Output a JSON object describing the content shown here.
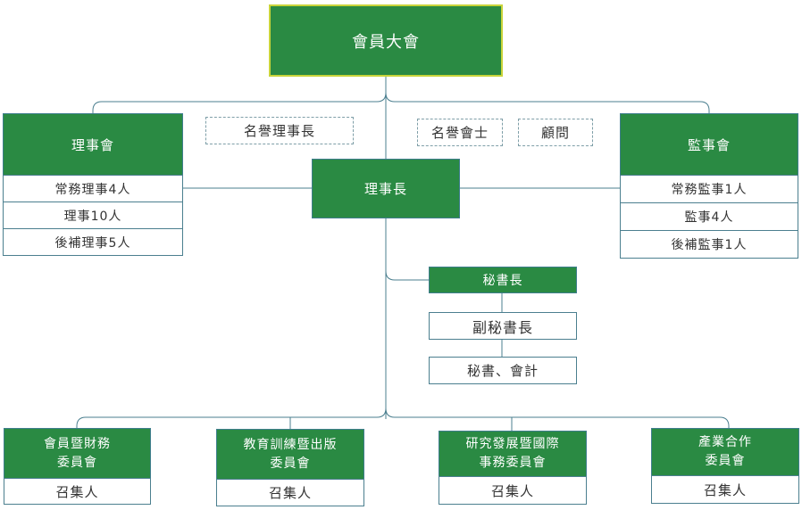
{
  "general_assembly": "會員大會",
  "board": {
    "title": "理事會",
    "items": [
      "常務理事4人",
      "理事10人",
      "後補理事5人"
    ]
  },
  "honorary_chairman": "名譽理事長",
  "honorary_member": "名譽會士",
  "advisor": "顧問",
  "supervisors": {
    "title": "監事會",
    "items": [
      "常務監事1人",
      "監事4人",
      "後補監事1人"
    ]
  },
  "chairman": "理事長",
  "secretary_general": "秘書長",
  "deputy_secretary_general": "副秘書長",
  "secretary_accounting": "秘書、會計",
  "committees": [
    {
      "line1": "會員暨財務",
      "line2": "委員會",
      "convener": "召集人"
    },
    {
      "line1": "教育訓練暨出版",
      "line2": "委員會",
      "convener": "召集人"
    },
    {
      "line1": "研究發展暨國際",
      "line2": "事務委員會",
      "convener": "召集人"
    },
    {
      "line1": "產業合作",
      "line2": "委員會",
      "convener": "召集人"
    }
  ]
}
